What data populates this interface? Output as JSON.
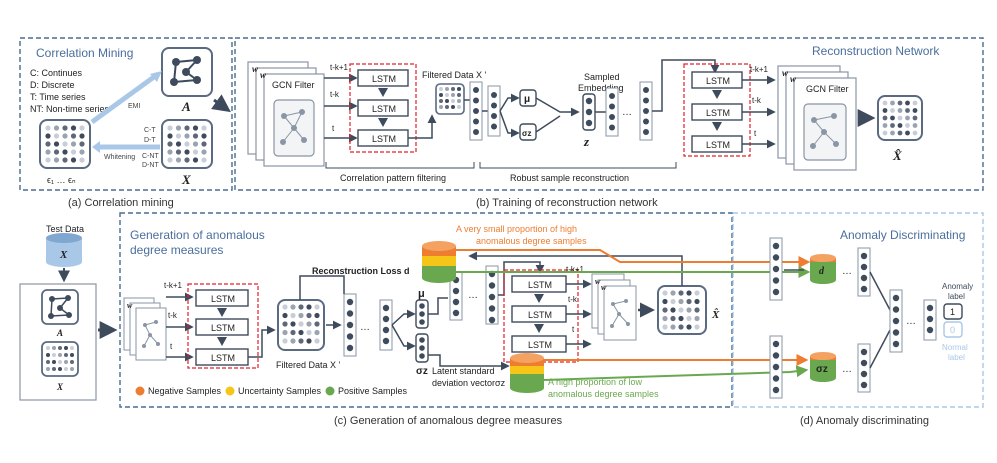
{
  "panels": {
    "corr": {
      "title": "Correlation Mining",
      "legend": [
        "C: Continues",
        "D: Discrete",
        "T: Time series",
        "NT: Non-time series"
      ],
      "matrix_a": "A",
      "matrix_x": "X",
      "emi": "EMI",
      "whitening": "Whitening",
      "types": [
        "C-T",
        "D-T",
        "C-NT",
        "D-NT"
      ],
      "epsilon": "ϵ₁ … ϵₙ",
      "caption": "(a) Correlation mining"
    },
    "recon": {
      "title": "Reconstruction Network",
      "gcn_label": "GCN Filter",
      "w": "w",
      "times": [
        "t-k+1",
        "t-k",
        "t"
      ],
      "lstm": "LSTM",
      "filtered": "Filtered Data X '",
      "mu": "μ",
      "sigma": "σz",
      "sampled": [
        "Sampled",
        "Embedding"
      ],
      "z": "z",
      "xhat": "X̂",
      "bracket1": "Correlation pattern filtering",
      "bracket2": "Robust sample reconstruction",
      "caption": "(b) Training of reconstruction network"
    },
    "gen": {
      "title": [
        "Generation of anomalous",
        "degree measures"
      ],
      "test_data": "Test Data",
      "x": "X",
      "a": "A",
      "filtered": "Filtered Data X '",
      "recon_loss": "Reconstruction Loss d",
      "latent": [
        "Latent standard",
        "deviation vectorσz"
      ],
      "orange_note": [
        "A very small proportion of high",
        "anomalous degree samples"
      ],
      "green_note": [
        "A high proportion of low",
        "anomalous degree samples"
      ],
      "legend": [
        "Negative Samples",
        "Uncertainty Samples",
        "Positive Samples"
      ],
      "caption": "(c) Generation of anomalous degree measures"
    },
    "disc": {
      "title": "Anomaly Discriminating",
      "d": "d",
      "sigma": "σz",
      "anomaly_label": [
        "Anomaly",
        "label"
      ],
      "normal_label": [
        "Normal",
        "label"
      ],
      "one": "1",
      "zero": "0",
      "caption": "(d) Anomaly discriminating"
    }
  },
  "colors": {
    "dashed_border": "#4a6b8f",
    "title_blue": "#4a6e9c",
    "node_dark": "#3e4b5c",
    "lstm_red": "#e0202c",
    "orange": "#ee7d31",
    "yellow": "#f5c518",
    "green": "#6aa84f",
    "light_blue": "#a9c8e8"
  }
}
